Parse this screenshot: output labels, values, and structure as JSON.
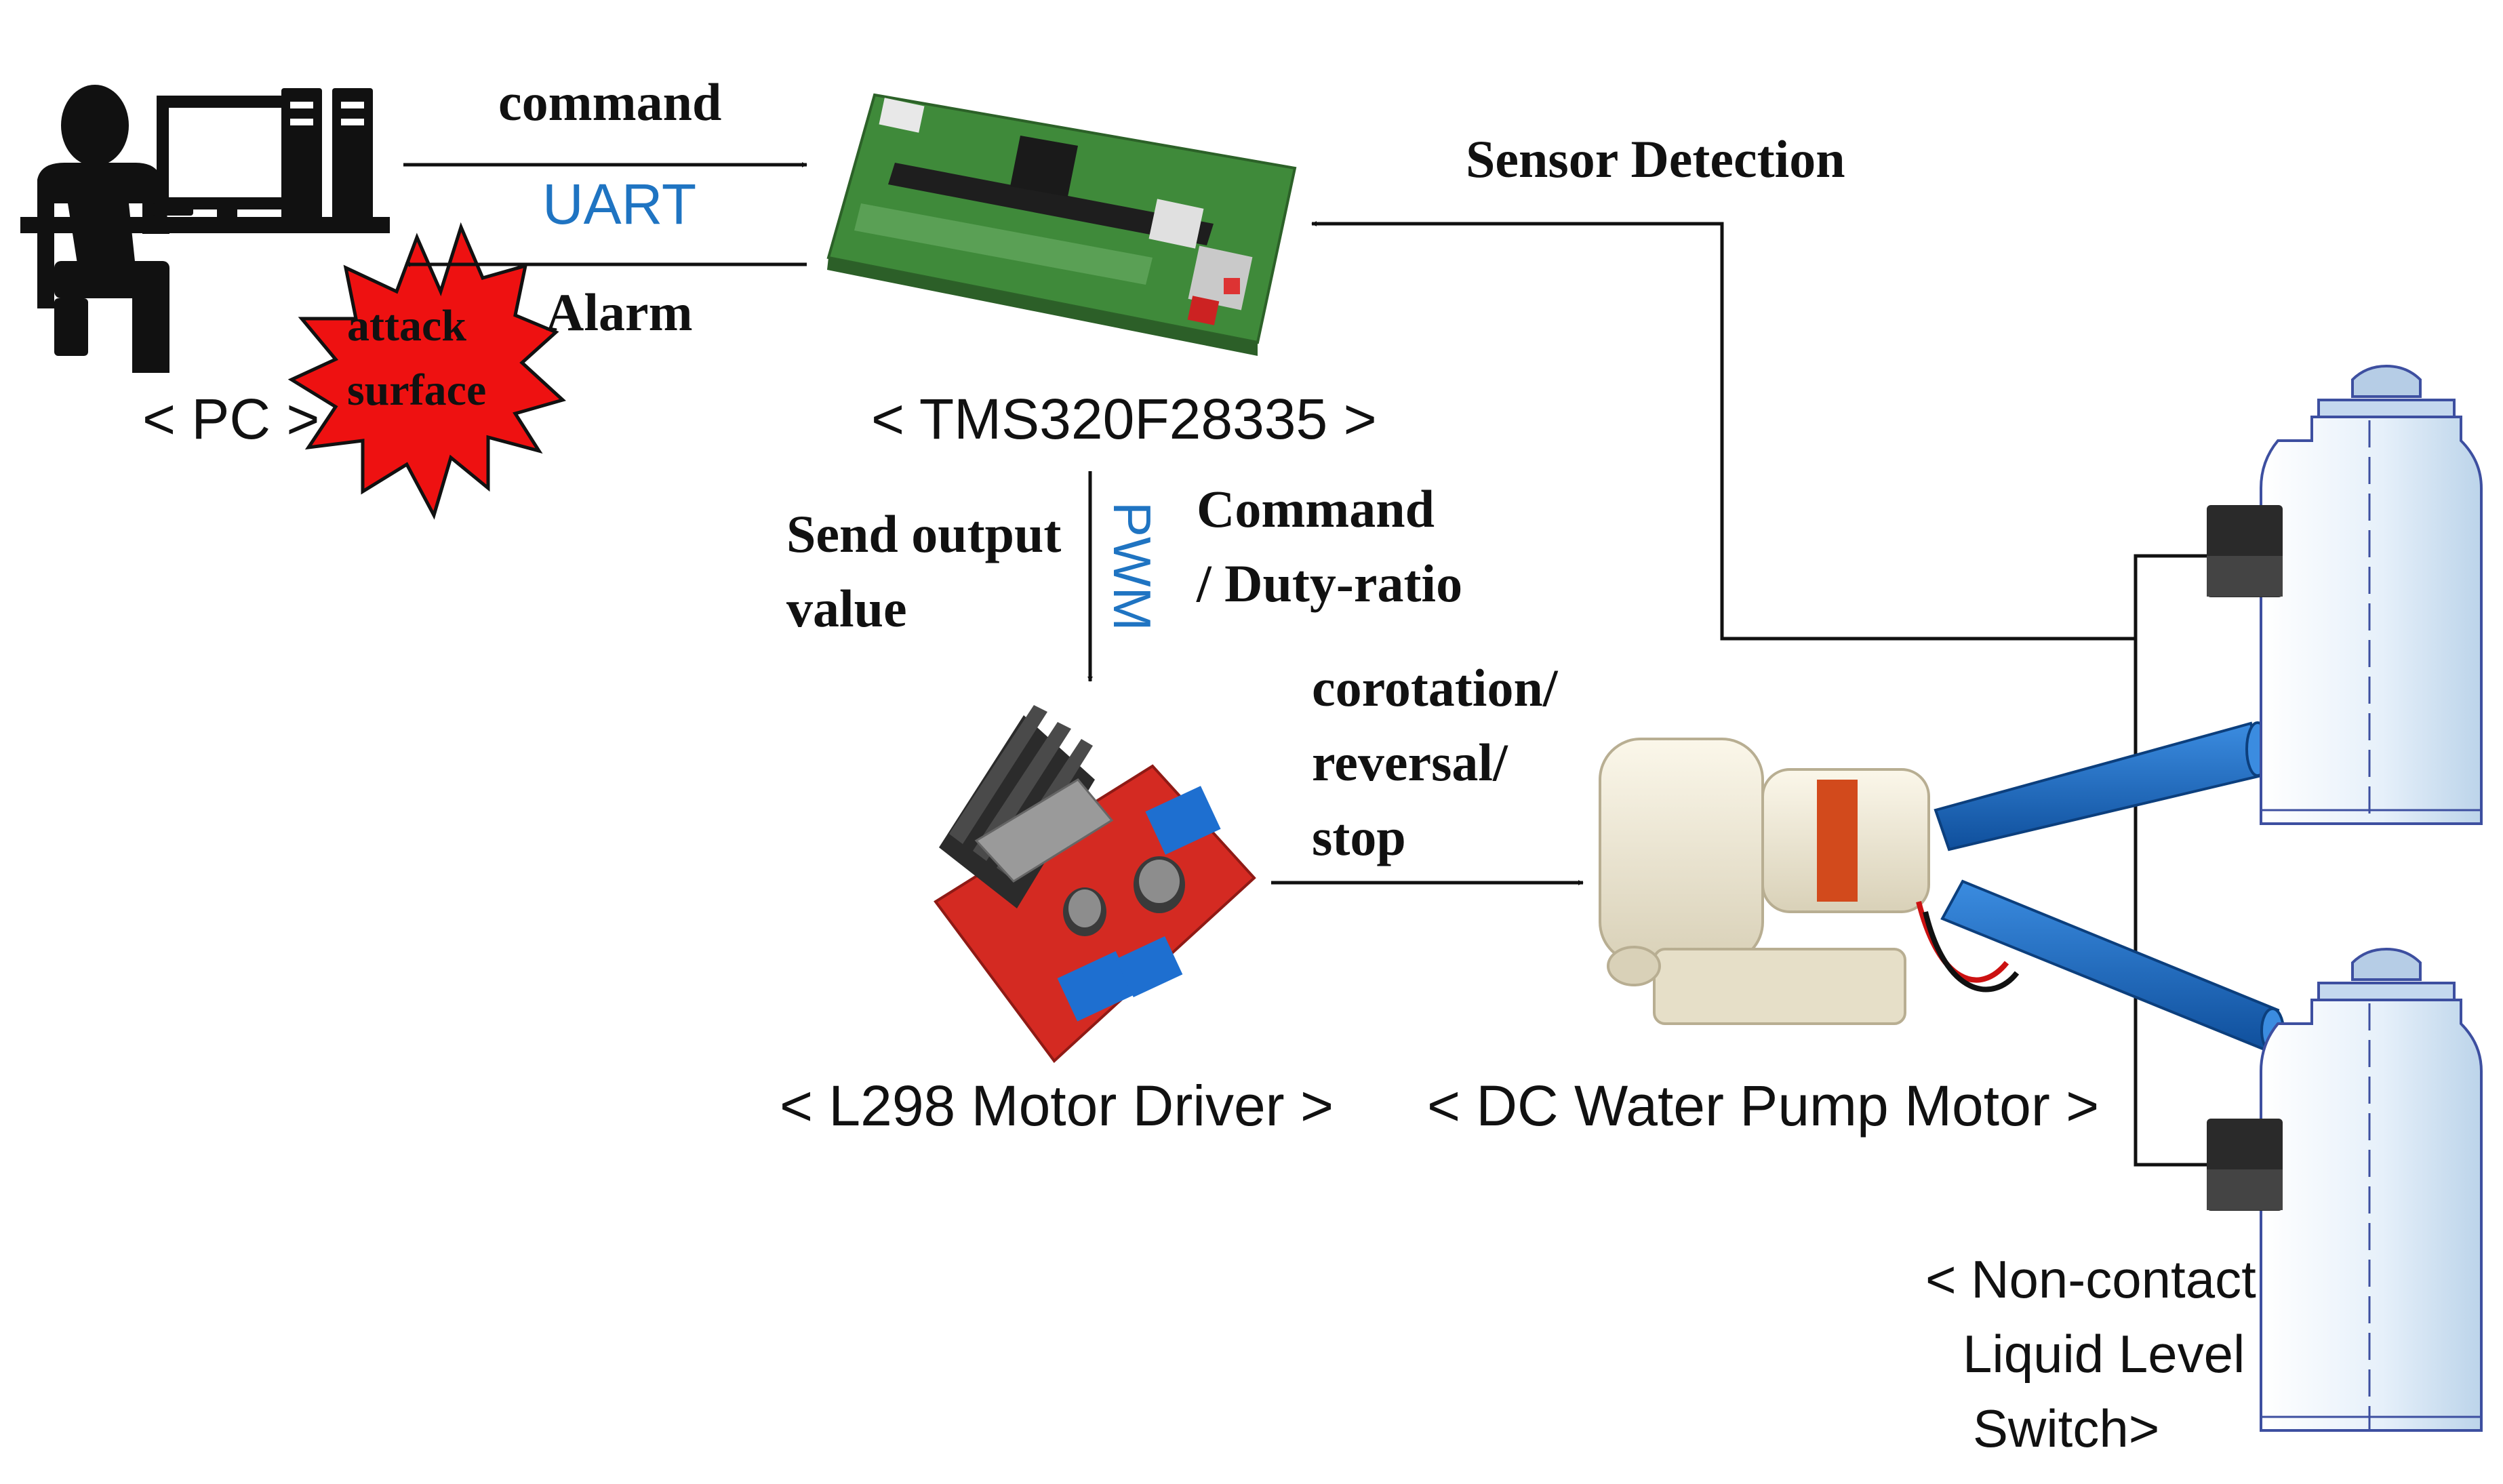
{
  "labels": {
    "command": "command",
    "uart": "UART",
    "alarm": "Alarm",
    "attack_line1": "attack",
    "attack_line2": "surface",
    "pc": "< PC >",
    "tms": "< TMS320F28335 >",
    "sensor_detection": "Sensor  Detection",
    "send_output_line1": "Send  output",
    "send_output_line2": "value",
    "pwm": "PWM",
    "command_duty_line1": "Command",
    "command_duty_line2": "/ Duty-ratio",
    "corotation_line1": "corotation/",
    "corotation_line2": "reversal/",
    "corotation_line3": "stop",
    "l298": "< L298 Motor Driver >",
    "dc_pump": "< DC Water Pump Motor >",
    "switch_line1": "< Non-contact",
    "switch_line2": "Liquid Level",
    "switch_line3": "Switch>"
  },
  "icons": {
    "pc": "person-at-computer-icon",
    "board": "tms320-dev-board",
    "driver": "l298-motor-driver-board",
    "pump": "dc-water-pump",
    "tank": "liquid-tank"
  },
  "colors": {
    "line": "#111111",
    "accent_blue": "#1f74c2",
    "burst_red": "#ee1111",
    "pipe_blue": "#1565c0",
    "board_green": "#3f8a3a",
    "driver_red": "#d42a22",
    "tank_fill": "#dbe9f6"
  }
}
